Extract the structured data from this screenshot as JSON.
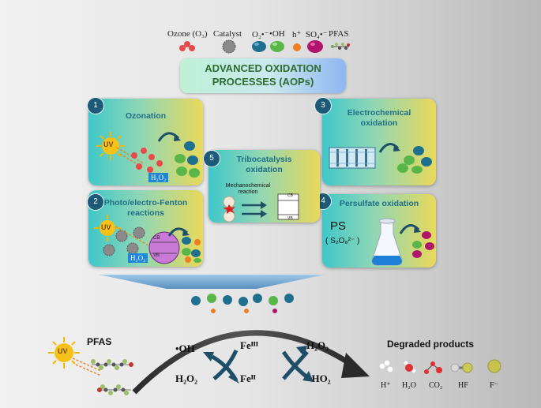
{
  "legend": {
    "ozone": "Ozone (O₃)",
    "catalyst": "Catalyst",
    "superoxide": "O₂•⁻",
    "hydroxyl": "•OH",
    "hole": "h⁺",
    "sulfate": "SO₄•⁻",
    "pfas": "PFAS"
  },
  "title": {
    "line1": "ADVANCED OXIDATION",
    "line2": "PROCESSES (AOPs)"
  },
  "panels": {
    "p1": {
      "number": "1",
      "title": "Ozonation",
      "uv": "UV",
      "h2o2": "H₂O₂"
    },
    "p2": {
      "number": "2",
      "title_line1": "Photo/electro-Fenton",
      "title_line2": "reactions",
      "uv": "UV",
      "h2o2": "H₂O₂",
      "cb": "CB",
      "vb": "VB"
    },
    "p3": {
      "number": "3",
      "title_line1": "Electrochemical",
      "title_line2": "oxidation"
    },
    "p4": {
      "number": "4",
      "title": "Persulfate oxidation",
      "ps": "PS",
      "formula": "( S₂O₈²⁻ )"
    },
    "p5": {
      "number": "5",
      "title_line1": "Tribocatalysis",
      "title_line2": "oxidation",
      "sub_line1": "Mechanochemical",
      "sub_line2": "reaction",
      "cb": "CB",
      "vb": "VB"
    }
  },
  "bottom": {
    "pfas_label": "PFAS",
    "uv": "UV",
    "oh": "•OH",
    "h2o2_left": "H₂O₂",
    "fe3": "Feᴵᴵᴵ",
    "fe2": "Feᴵᴵ",
    "h2o2_right": "H₂O₂",
    "ho2": "•HO₂",
    "degraded": "Degraded products",
    "products": [
      "H⁺",
      "H₂O",
      "CO₂",
      "HF",
      "F⁻"
    ]
  },
  "colors": {
    "ozone": "#e84a4a",
    "catalyst": "#8a8a8a",
    "superoxide": "#1f6f8f",
    "hydroxyl": "#5bb64a",
    "hole": "#ef7d22",
    "sulfate": "#b0146b",
    "arrow": "#1e4f66",
    "title_text": "#2f6b2f",
    "panel_title": "#1f6e86"
  }
}
